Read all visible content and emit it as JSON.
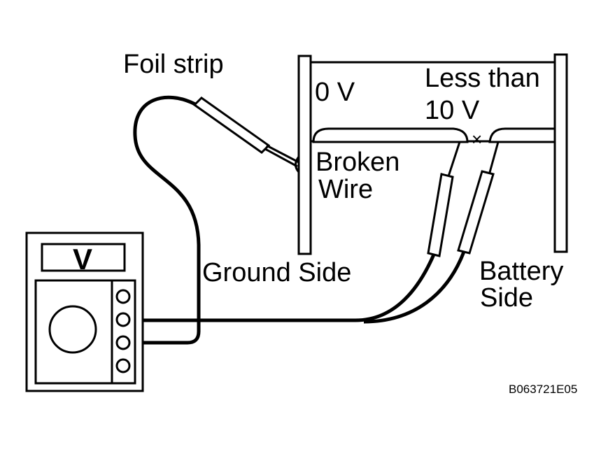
{
  "labels": {
    "foil_strip": "Foil strip",
    "zero_volts": "0 V",
    "less_than_line1": "Less than",
    "less_than_line2": "10 V",
    "break_mark": "×",
    "broken_wire_line1": "Broken",
    "broken_wire_line2": "Wire",
    "ground_side": "Ground Side",
    "battery_side_line1": "Battery",
    "battery_side_line2": "Side",
    "meter_display": "V",
    "figure_code": "B063721E05"
  }
}
